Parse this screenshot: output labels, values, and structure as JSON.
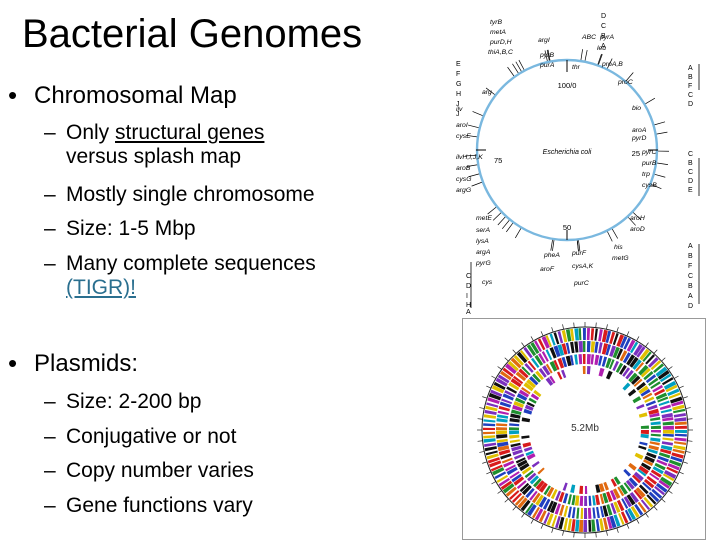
{
  "slide": {
    "title": "Bacterial Genomes",
    "bullets": [
      {
        "label": "Chromosomal Map",
        "subs": [
          {
            "pre": "Only ",
            "underlined": "structural genes",
            "line2": "versus splash map"
          },
          {
            "text": "Mostly single chromosome"
          },
          {
            "text": "Size: 1-5 Mbp"
          },
          {
            "text": "Many complete sequences",
            "link": "(TIGR)!"
          }
        ]
      },
      {
        "label": "Plasmids:",
        "subs": [
          {
            "text": "Size: 2-200 bp"
          },
          {
            "text": "Conjugative or not"
          },
          {
            "text": "Copy number varies"
          },
          {
            "text": "Gene functions vary"
          }
        ]
      }
    ]
  },
  "map": {
    "organism": "Escherichia coli",
    "positions": [
      "100/0",
      "25",
      "50",
      "75"
    ],
    "genes": [
      "tyrB",
      "metA",
      "purD,H",
      "thiA,B,C",
      "argI",
      "pyrB",
      "purA",
      "ABC",
      "pyrA",
      "leu",
      "thr",
      "proA,B",
      "proC",
      "arg",
      "ilv",
      "aroI",
      "cysE",
      "bio",
      "aroA",
      "pyrD",
      "ilvH,I,J,K",
      "aroB",
      "cysG",
      "argG",
      "pyrC",
      "purB",
      "trp",
      "cysB",
      "metE",
      "serA",
      "lysA",
      "argA",
      "pyrG",
      "cys",
      "pheA",
      "aroF",
      "purF",
      "cysA,K",
      "purC",
      "his",
      "metG",
      "aroH",
      "aroD"
    ],
    "column_letters": [
      "D",
      "C",
      "B",
      "A",
      "A",
      "B",
      "F",
      "C",
      "D",
      "C",
      "B",
      "C",
      "D",
      "E",
      "A",
      "B",
      "F",
      "C",
      "B",
      "A",
      "D",
      "E",
      "F",
      "G",
      "H",
      "J",
      "J",
      "C",
      "D",
      "I",
      "H",
      "A"
    ]
  },
  "genome_circle": {
    "label": "5.2Mb",
    "colors": [
      "#d81b1b",
      "#1e8f2e",
      "#1f3fbf",
      "#e0c000",
      "#b01eb0",
      "#00a0c0",
      "#101010",
      "#e06a10",
      "#7b2fbe"
    ]
  }
}
